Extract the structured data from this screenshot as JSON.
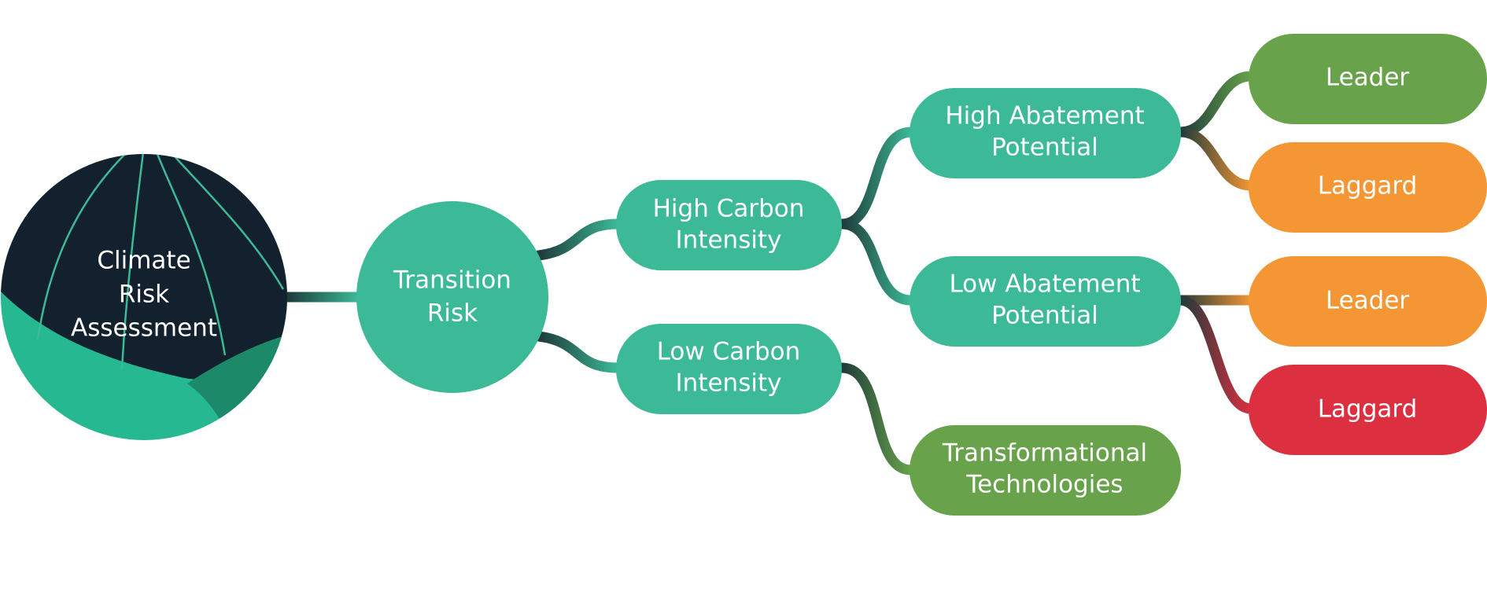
{
  "colors": {
    "navy": "#13202e",
    "teal": "#3cb996",
    "teal_dark": "#1c8a68",
    "teal_bright": "#25b891",
    "green": "#68a34b",
    "orange": "#f39633",
    "red": "#dc3040",
    "connector_dark": "#1e3a3a"
  },
  "nodes": {
    "root": {
      "line1": "Climate",
      "line2": "Risk",
      "line3": "Assessment"
    },
    "transition_risk": {
      "line1": "Transition",
      "line2": "Risk"
    },
    "high_carbon": {
      "line1": "High Carbon",
      "line2": "Intensity"
    },
    "low_carbon": {
      "line1": "Low Carbon",
      "line2": "Intensity"
    },
    "high_abatement": {
      "line1": "High Abatement",
      "line2": "Potential"
    },
    "low_abatement": {
      "line1": "Low Abatement",
      "line2": "Potential"
    },
    "transformational": {
      "line1": "Transformational",
      "line2": "Technologies"
    },
    "leader_1": {
      "label": "Leader",
      "status_color": "green"
    },
    "laggard_1": {
      "label": "Laggard",
      "status_color": "orange"
    },
    "leader_2": {
      "label": "Leader",
      "status_color": "orange"
    },
    "laggard_2": {
      "label": "Laggard",
      "status_color": "red"
    }
  }
}
